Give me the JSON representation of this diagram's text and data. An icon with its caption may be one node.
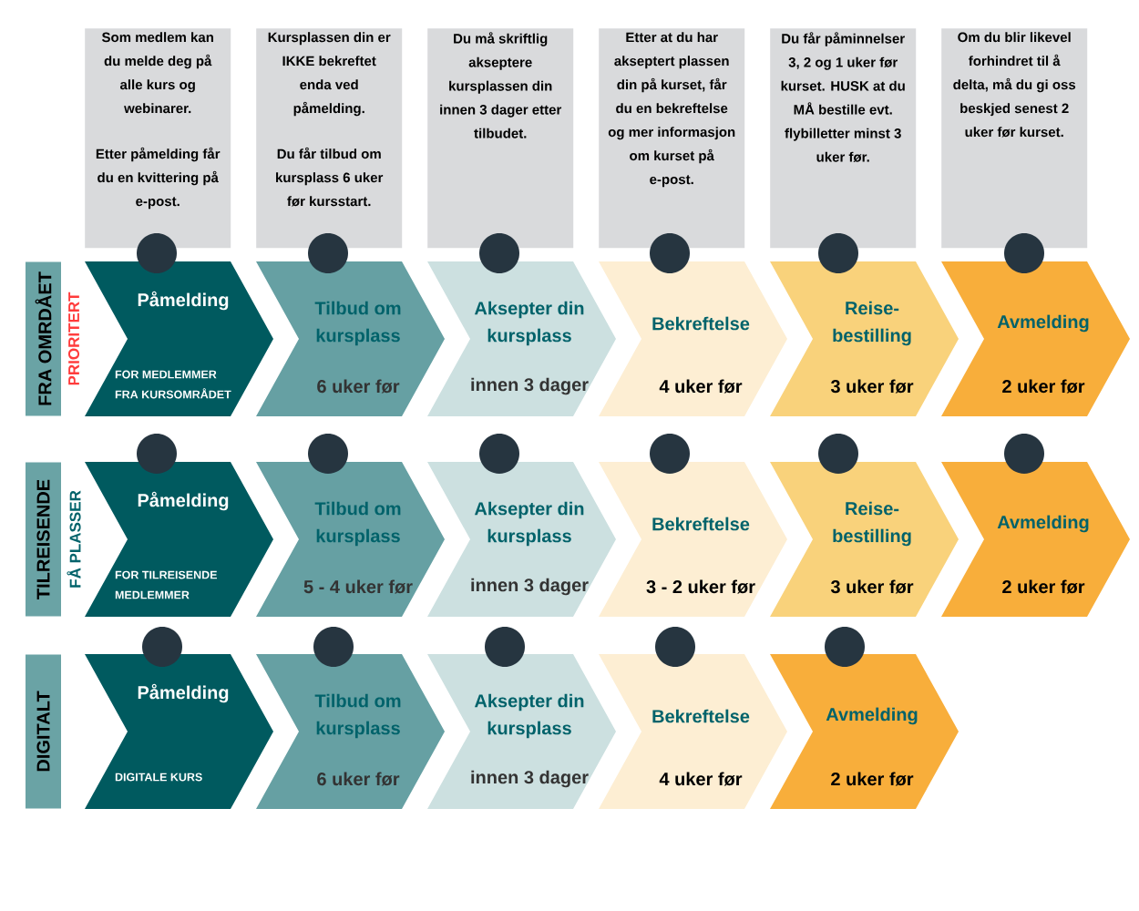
{
  "diagram": {
    "nodes": [
      {
        "text": [
          "Som medlem kan du melde deg på alle kurs og webinarer.",
          "Etter påmelding får du en kvittering på e-post."
        ]
      },
      {
        "text": [
          "Kursplassen din er IKKE bekreftet enda ved påmelding.",
          "Du får tilbud om kursplass 6 uker før kursstart."
        ]
      },
      {
        "text": [
          "Du må skriftlig akseptere kursplassen din innen 3 dager etter tilbudet."
        ]
      },
      {
        "text": [
          "Etter at du har akseptert plassen din på kurset, får du en bekreftelse og mer informasjon om kurset på e-post."
        ]
      },
      {
        "text": [
          "Du får påminnelser 3, 2 og 1 uker før kurset. HUSK at du MÅ bestille evt. flybilletter minst 3 uker før."
        ]
      },
      {
        "text": [
          "Om du blir likevel forhindret til å delta, må du gi oss beskjed senest 2 uker før kurset."
        ]
      },
      {
        "text": [
          "FRA OMRDÅET"
        ],
        "beside": [
          "PRIORITERT"
        ]
      },
      {
        "text": [
          "Påmelding",
          "FOR MEDLEMMER FRA KURSOMRÅDET"
        ]
      },
      {
        "text": [
          "Tilbud om kursplass",
          "6 uker før"
        ]
      },
      {
        "text": [
          "Aksepter din kursplass",
          "innen 3 dager"
        ]
      },
      {
        "text": [
          "Bekreftelse",
          "4 uker før"
        ]
      },
      {
        "text": [
          "Reise- bestilling",
          "3 uker før"
        ]
      },
      {
        "text": [
          "Avmelding",
          "2 uker før"
        ]
      },
      {
        "text": [
          "TILREISENDE"
        ],
        "beside": [
          "FÅ PLASSER"
        ]
      },
      {
        "text": [
          "Påmelding",
          "FOR TILREISENDE MEDLEMMER"
        ]
      },
      {
        "text": [
          "Tilbud om kursplass",
          "5 - 4 uker før"
        ]
      },
      {
        "text": [
          "Aksepter din kursplass",
          "innen 3 dager"
        ]
      },
      {
        "text": [
          "Bekreftelse",
          "3 - 2 uker før"
        ]
      },
      {
        "text": [
          "Reise- bestilling",
          "3 uker før"
        ]
      },
      {
        "text": [
          "Avmelding",
          "2 uker før"
        ]
      },
      {
        "text": [
          "DIGITALT"
        ]
      },
      {
        "text": [
          "Påmelding",
          "DIGITALE KURS"
        ]
      },
      {
        "text": [
          "Tilbud om kursplass",
          "6 uker før"
        ]
      },
      {
        "text": [
          "Aksepter din kursplass",
          "innen 3 dager"
        ]
      },
      {
        "text": [
          "Bekreftelse",
          "4 uker før"
        ]
      },
      {
        "text": [
          "Avmelding",
          "2 uker før"
        ]
      }
    ]
  }
}
